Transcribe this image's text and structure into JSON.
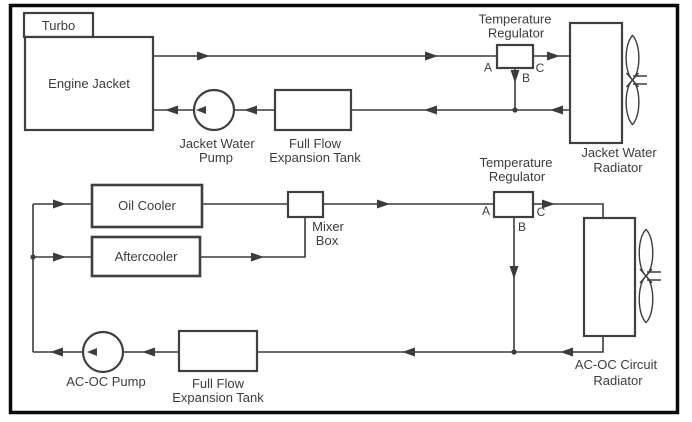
{
  "diagram": {
    "colors": {
      "line": "#3c3c3c",
      "box_stroke": "#3f3f3f",
      "border": "#0a0a0a",
      "text": "#3c3c3c",
      "background": "#ffffff"
    },
    "top_circuit": {
      "turbo_label": "Turbo",
      "engine_jacket_label": "Engine Jacket",
      "pump_label_line1": "Jacket Water",
      "pump_label_line2": "Pump",
      "expansion_tank_line1": "Full Flow",
      "expansion_tank_line2": "Expansion Tank",
      "regulator_line1": "Temperature",
      "regulator_line2": "Regulator",
      "regulator_port_a": "A",
      "regulator_port_b": "B",
      "regulator_port_c": "C",
      "radiator_line1": "Jacket Water",
      "radiator_line2": "Radiator"
    },
    "bottom_circuit": {
      "oil_cooler_label": "Oil Cooler",
      "aftercooler_label": "Aftercooler",
      "mixer_line1": "Mixer",
      "mixer_line2": "Box",
      "regulator_line1": "Temperature",
      "regulator_line2": "Regulator",
      "regulator_port_a": "A",
      "regulator_port_b": "B",
      "regulator_port_c": "C",
      "pump_label": "AC-OC Pump",
      "expansion_tank_line1": "Full Flow",
      "expansion_tank_line2": "Expansion Tank",
      "radiator_line1": "AC-OC Circuit",
      "radiator_line2": "Radiator"
    }
  }
}
